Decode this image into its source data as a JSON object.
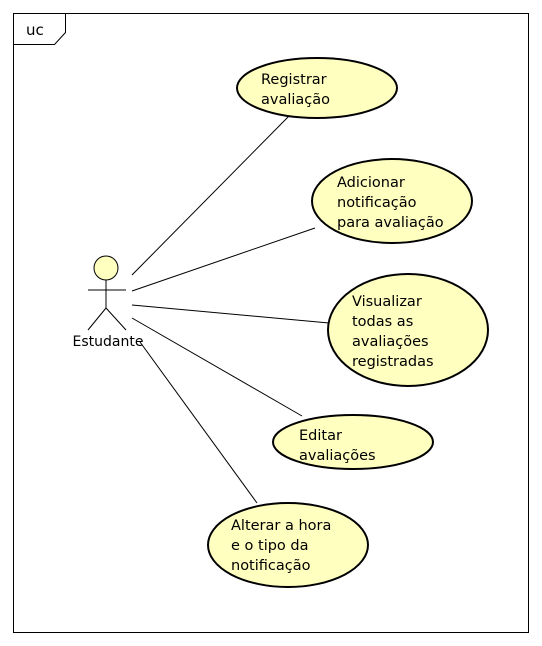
{
  "frame": {
    "label": "uc"
  },
  "actor": {
    "name": "Estudante",
    "icon": "stick-figure-actor-icon"
  },
  "use_cases": [
    {
      "id": "registrar",
      "lines": [
        "Registrar",
        "avaliação"
      ]
    },
    {
      "id": "adicionar-notificacao",
      "lines": [
        "Adicionar",
        "notificação",
        "para avaliação"
      ]
    },
    {
      "id": "visualizar",
      "lines": [
        "Visualizar",
        "todas as",
        "avaliações",
        "registradas"
      ]
    },
    {
      "id": "editar",
      "lines": [
        "Editar",
        "avaliações"
      ]
    },
    {
      "id": "alterar-notificacao",
      "lines": [
        "Alterar a hora",
        "e o tipo da",
        "notificação"
      ]
    }
  ],
  "colors": {
    "usecase_fill": "#ffffc0",
    "stroke": "#000000",
    "actor_head_fill": "#ffffc0",
    "background": "#ffffff"
  }
}
